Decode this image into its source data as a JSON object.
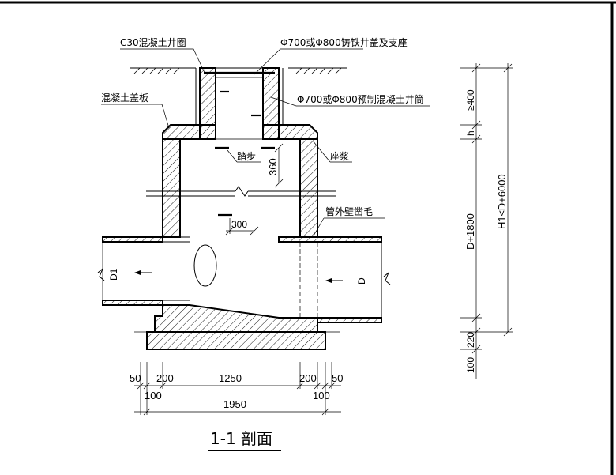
{
  "labels": {
    "c30_ring": "C30混凝土井圈",
    "cover": "Φ700或Φ800铸铁井盖及支座",
    "slab": "混凝土盖板",
    "shaft": "Φ700或Φ800预制混凝土井筒",
    "step": "踏步",
    "mortar": "座浆",
    "roughen": "管外壁凿毛"
  },
  "dims": {
    "d360": "360",
    "d300": "300",
    "d50_left": "50",
    "d200_left": "200",
    "d1250": "1250",
    "d200_right": "200",
    "d50_right": "50",
    "d100_left": "100",
    "d100_right": "100",
    "d1950": "1950",
    "v400": "≥400",
    "vh": "h",
    "vD1800": "D+1800",
    "v220": "220",
    "v100": "100",
    "vH1": "H1≤D+6000"
  },
  "pipes": {
    "inlet": "D1",
    "outlet": "D"
  },
  "title": "1-1 剖面"
}
